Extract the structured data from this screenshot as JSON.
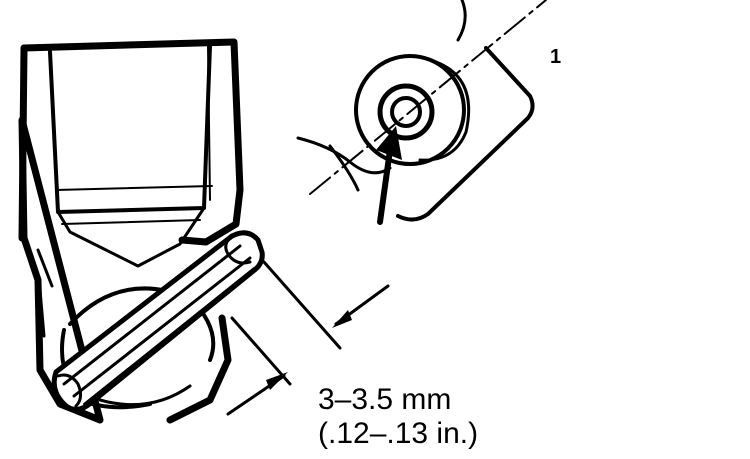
{
  "diagram": {
    "callout_label": "1",
    "dimension_metric": "3–3.5 mm",
    "dimension_imperial": "(.12–.13 in.)",
    "colors": {
      "ink": "#000000",
      "paper": "#ffffff"
    }
  }
}
